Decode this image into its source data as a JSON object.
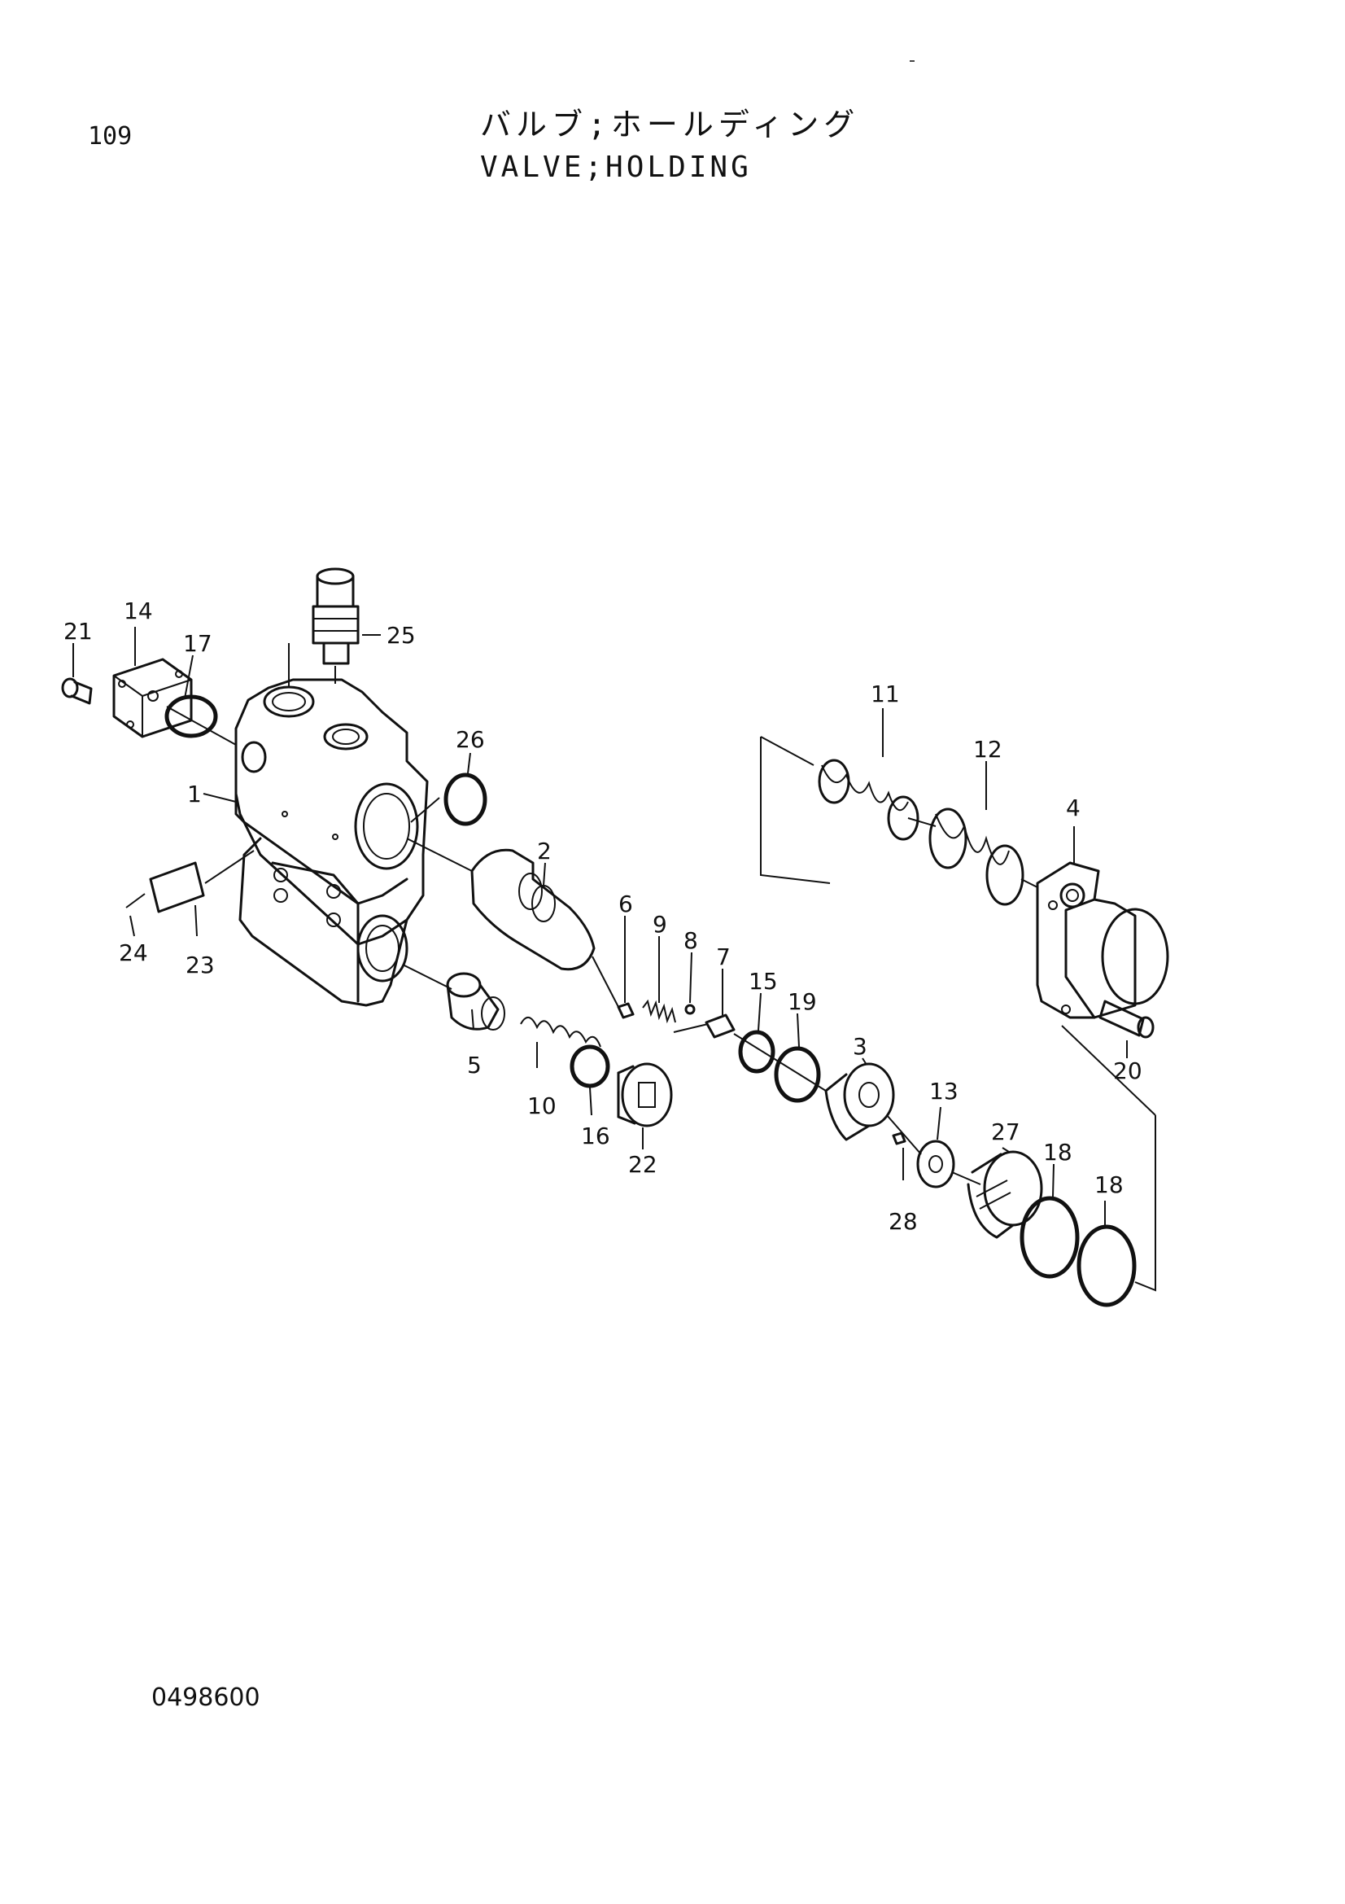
{
  "header": {
    "page_number": "109",
    "title_jp": "バルブ;ホールディング",
    "title_en": "VALVE;HOLDING"
  },
  "footer": {
    "drawing_code": "0498600"
  },
  "callouts": [
    "1",
    "2",
    "3",
    "4",
    "5",
    "6",
    "7",
    "8",
    "9",
    "10",
    "11",
    "12",
    "13",
    "14",
    "15",
    "16",
    "17",
    "18",
    "18",
    "19",
    "20",
    "21",
    "22",
    "23",
    "24",
    "25",
    "26",
    "27",
    "28"
  ]
}
